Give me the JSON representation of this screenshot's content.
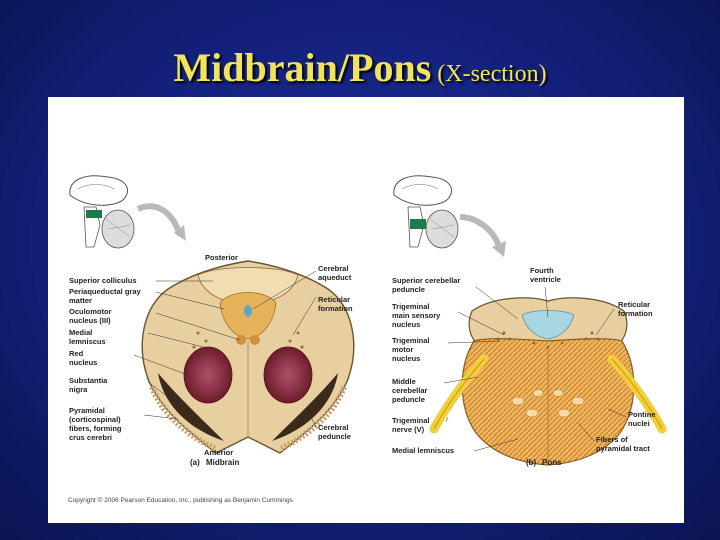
{
  "slide": {
    "title_main": "Midbrain/Pons",
    "title_sub": "(X-section)"
  },
  "figure": {
    "midbrain": {
      "caption_letter": "(a)",
      "caption": "Midbrain",
      "posterior": "Posterior",
      "anterior": "Anterior",
      "labels_left": [
        "Superior colliculus",
        "Periaqueductal gray",
        "matter",
        "Oculomotor",
        "nucleus (III)",
        "Medial",
        "lemniscus",
        "Red",
        "nucleus",
        "Substantia",
        "nigra",
        "Pyramidal",
        "(corticospinal)",
        "fibers, forming",
        "crus cerebri"
      ],
      "labels_right": [
        "Cerebral",
        "aqueduct",
        "Reticular",
        "formation",
        "Cerebral",
        "peduncle"
      ]
    },
    "pons": {
      "caption_letter": "(b)",
      "caption": "Pons",
      "labels_left": [
        "Superior cerebellar",
        "peduncle",
        "Trigeminal",
        "main sensory",
        "nucleus",
        "Trigeminal",
        "motor",
        "nucleus",
        "Middle",
        "cerebellar",
        "peduncle",
        "Trigeminal",
        "nerve (V)",
        "Medial lemniscus"
      ],
      "labels_right": [
        "Fourth",
        "ventricle",
        "Reticular",
        "formation",
        "Pontine",
        "nuclei",
        "Fibers of",
        "pyramidal tract"
      ]
    },
    "copyright": "Copyright © 2006 Pearson Education, Inc., publishing as Benjamin Cummings"
  },
  "colors": {
    "title": "#f2e45a",
    "tissue": "#e8cfa0",
    "pons_fibers": "#e9a548",
    "red_nucleus": "#8a2e3a",
    "ventricle": "#a9d6e3",
    "nerve": "#f2cf3a"
  }
}
